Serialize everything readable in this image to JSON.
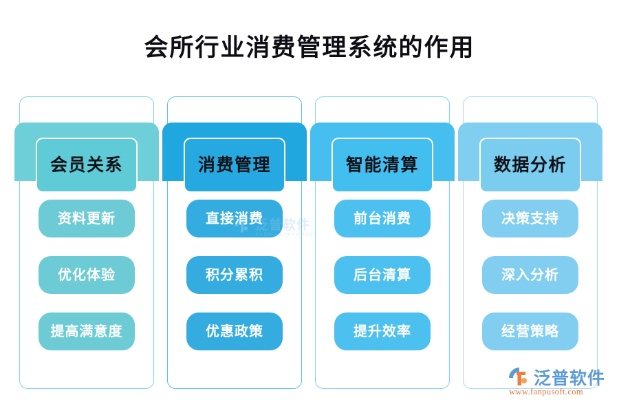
{
  "page": {
    "title": "会所行业消费管理系统的作用",
    "background": "#ffffff"
  },
  "columns": [
    {
      "id": "member-relations",
      "header": "会员关系",
      "color": "#5ECBD6",
      "band_color": "#6ECFD8",
      "border_color": "#7FD6DE",
      "pill_color": "#6CCBD4",
      "items": [
        "资料更新",
        "优化体验",
        "提高满意度"
      ]
    },
    {
      "id": "consumption-management",
      "header": "消费管理",
      "color": "#26A9E0",
      "band_color": "#21A7DF",
      "border_color": "#5CC0EA",
      "pill_color": "#34ACE0",
      "items": [
        "直接消费",
        "积分累积",
        "优惠政策"
      ]
    },
    {
      "id": "smart-settlement",
      "header": "智能清算",
      "color": "#42BEEF",
      "band_color": "#46BFF0",
      "border_color": "#7FD3F3",
      "pill_color": "#4CC0EE",
      "items": [
        "前台消费",
        "后台清算",
        "提升效率"
      ]
    },
    {
      "id": "data-analysis",
      "header": "数据分析",
      "color": "#7BCDF0",
      "band_color": "#80CFF1",
      "border_color": "#A2DCF5",
      "pill_color": "#81CEF1",
      "items": [
        "决策支持",
        "深入分析",
        "经营策略"
      ]
    }
  ],
  "watermark": {
    "name": "泛普软件",
    "subtitle": "FANPU SOFTWARE"
  },
  "brand": {
    "name": "泛普软件",
    "url": "www.fanpusoft.com",
    "name_color": "#5b9bd5",
    "url_color": "#e8743b"
  }
}
